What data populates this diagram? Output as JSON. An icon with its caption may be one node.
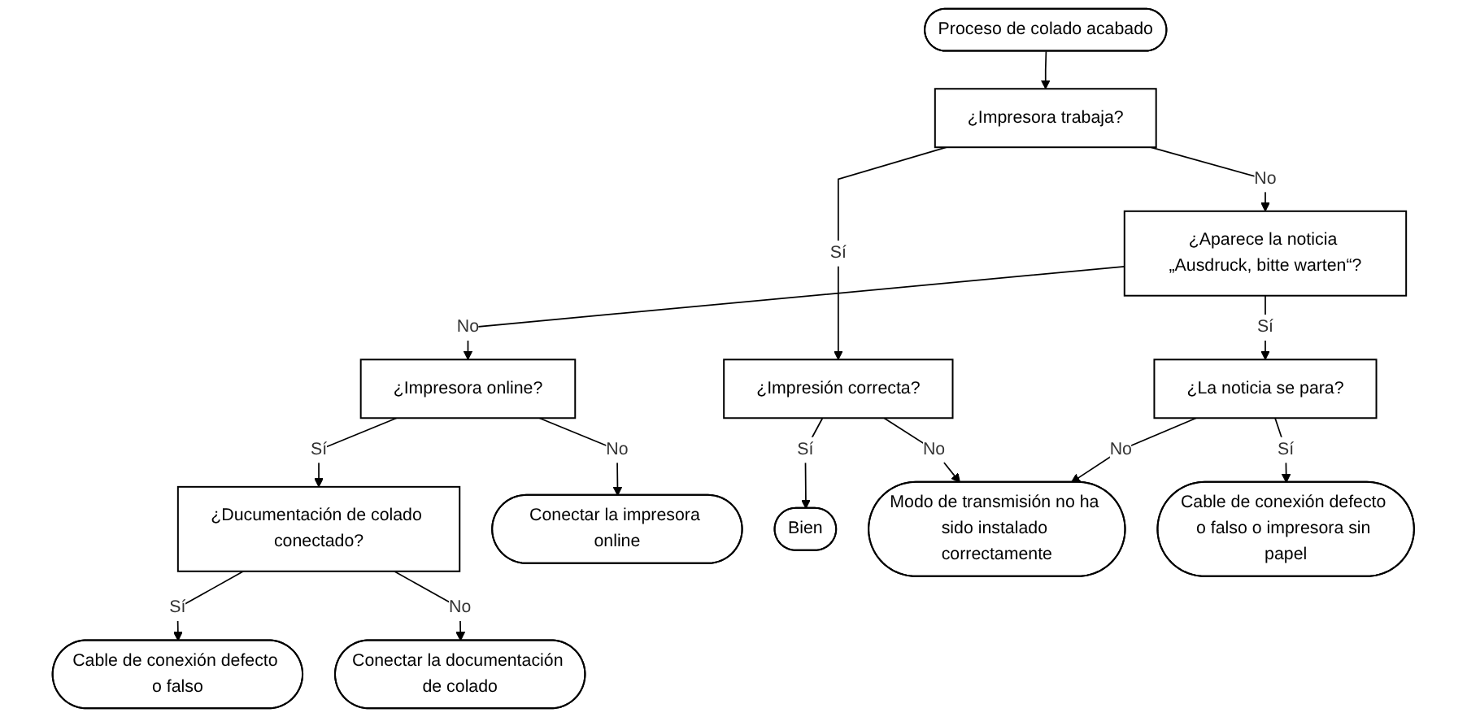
{
  "diagram": {
    "nodes": [
      {
        "text": [
          "Proceso de colado acabado"
        ]
      },
      {
        "text": [
          "¿Impresora trabaja?"
        ]
      },
      {
        "text": [
          "¿Aparece la noticia „Ausdruck, bitte warten“?"
        ]
      },
      {
        "text": [
          "¿Impresora online?"
        ]
      },
      {
        "text": [
          "¿Ducumentación de colado conectado?"
        ]
      },
      {
        "text": [
          "¿La noticia se para?"
        ]
      },
      {
        "text": [
          "Conectar la impresora online"
        ]
      },
      {
        "text": [
          "¿Impresión correcta?"
        ]
      },
      {
        "text": [
          "Conectar la documentación de colado"
        ]
      },
      {
        "text": [
          "Bien"
        ]
      },
      {
        "text": [
          "Modo de transmisión no ha sido instalado correctamente"
        ]
      },
      {
        "text": [
          "Cable de conexión defecto o falso o impresora sin papel"
        ]
      },
      {
        "text": [
          "Cable de conexión defecto o falso"
        ]
      }
    ],
    "edges": [
      {
        "from": 0,
        "to": 1,
        "arrow": "to"
      },
      {
        "from": 1,
        "to": 2,
        "arrow": "to",
        "label": "No"
      },
      {
        "from": 1,
        "to": 7,
        "arrow": "to",
        "label": "Sí"
      },
      {
        "from": 2,
        "to": 3,
        "arrow": "to",
        "label": "No"
      },
      {
        "from": 2,
        "to": 5,
        "arrow": "to",
        "label": "Sí"
      },
      {
        "from": 3,
        "to": 4,
        "arrow": "to",
        "label": "Sí"
      },
      {
        "from": 3,
        "to": 6,
        "arrow": "to",
        "label": "No"
      },
      {
        "from": 4,
        "to": 12,
        "arrow": "to",
        "label": "Sí"
      },
      {
        "from": 4,
        "to": 8,
        "arrow": "to",
        "label": "No"
      },
      {
        "from": 5,
        "to": 10,
        "arrow": "to",
        "label": "No"
      },
      {
        "from": 5,
        "to": 11,
        "arrow": "to",
        "label": "Sí"
      },
      {
        "from": 7,
        "to": 9,
        "arrow": "to",
        "label": "Sí"
      },
      {
        "from": 7,
        "to": 10,
        "arrow": "to",
        "label": "No"
      }
    ]
  }
}
